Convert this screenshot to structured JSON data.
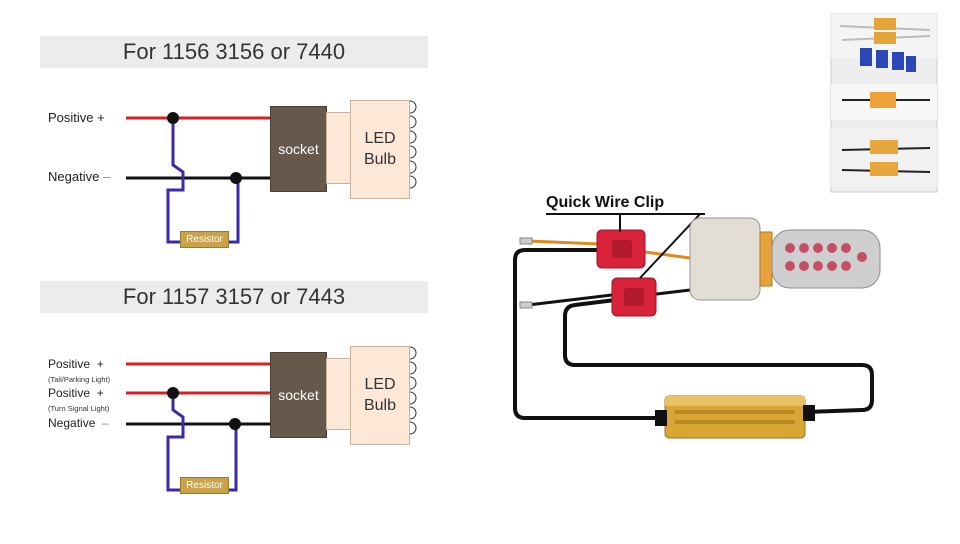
{
  "diagram1": {
    "title": "For 1156 3156 or 7440",
    "positive_label": "Positive",
    "positive_sign": "+",
    "negative_label": "Negative",
    "negative_sign": "–",
    "socket_label": "socket",
    "led_line1": "LED",
    "led_line2": "Bulb",
    "resistor_label": "Resistor"
  },
  "diagram2": {
    "title": "For 1157 3157 or 7443",
    "positive1_label": "Positive",
    "positive1_sign": "+",
    "positive1_sub": "(Tail/Parking Light)",
    "positive2_label": "Positive",
    "positive2_sign": "+",
    "positive2_sub": "(Turn Signal Light)",
    "negative_label": "Negative",
    "negative_sign": "–",
    "socket_label": "socket",
    "led_line1": "LED",
    "led_line2": "Bulb",
    "resistor_label": "Resistor"
  },
  "photo": {
    "clip_title": "Quick Wire Clip"
  },
  "colors": {
    "positive_wire": "#d42020",
    "negative_wire": "#111111",
    "resistor_loop": "#3a2aa8",
    "socket": "#66594c",
    "led": "#fde7d6",
    "resistor_tag": "#c9a24a",
    "clip": "#d8233a",
    "resistor_body": "#d9a534"
  }
}
